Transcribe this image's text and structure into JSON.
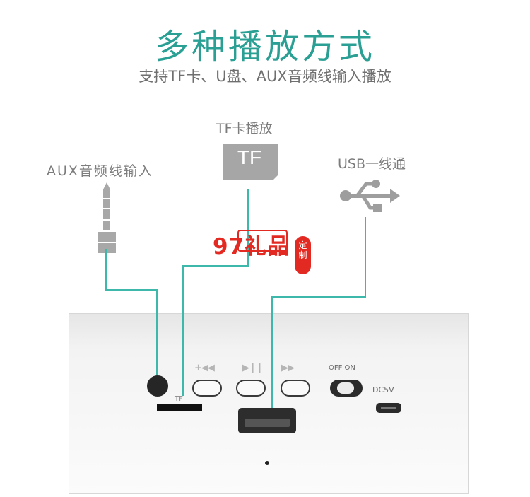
{
  "header": {
    "title": "多种播放方式",
    "subtitle": "支持TF卡、U盘、AUX音频线输入播放"
  },
  "inputs": {
    "aux_label": "AUX音频线输入",
    "tf_label": "TF卡播放",
    "tf_card_text": "TF",
    "usb_label": "USB一线通"
  },
  "watermark": {
    "brand": "97礼品",
    "seal_text": "定制"
  },
  "panel": {
    "tf_slot_label": "TF",
    "vol_down_glyph": "+◀◀",
    "play_glyph": "▶❙❙",
    "vol_up_glyph": "▶▶—",
    "switch_label": "OFF  ON",
    "dc_label": "DC5V"
  },
  "colors": {
    "accent": "#2a9f93",
    "wire": "#3db8aa",
    "icon_gray": "#9e9e9e",
    "brand_red": "#e22a22"
  },
  "icons": [
    "audio-jack-icon",
    "tf-card-icon",
    "usb-icon"
  ]
}
